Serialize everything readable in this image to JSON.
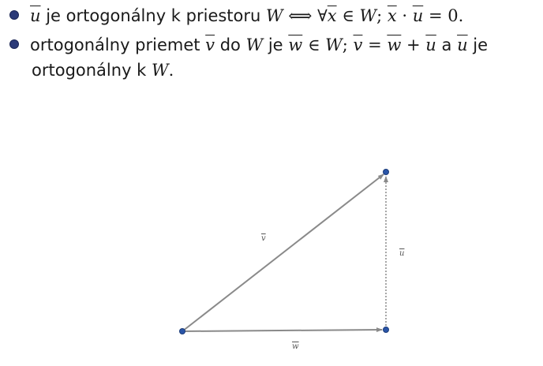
{
  "lines": {
    "l1": {
      "u": "u",
      "t1": " je ortogonálny k priestoru ",
      "W": "W",
      "iff": " ⟺ ",
      "forall": "∀",
      "x": "x",
      "in": " ∈ ",
      "W2": "W",
      "semi": "; ",
      "x2": "x",
      "dot": " · ",
      "u2": "u",
      "eq": " = 0."
    },
    "l2": {
      "t1": "ortogonálny priemet ",
      "v": "v",
      "t2": " do ",
      "W": "W",
      "t3": " je ",
      "w": "w",
      "in": " ∈ ",
      "W2": "W",
      "semi": "; ",
      "v2": "v",
      "eq": " = ",
      "w2": "w",
      "plus": " + ",
      "u": "u",
      "t4": " a ",
      "u2": "u",
      "t5": " je"
    },
    "l3": {
      "t1": "ortogonálny k ",
      "W": "W",
      "end": "."
    }
  },
  "diagram": {
    "label_v": "v",
    "label_u": "u",
    "label_w": "w",
    "colors": {
      "line": "#8a8a8a",
      "point": "#2a55a8",
      "point_edge": "#1d3d7a"
    }
  }
}
